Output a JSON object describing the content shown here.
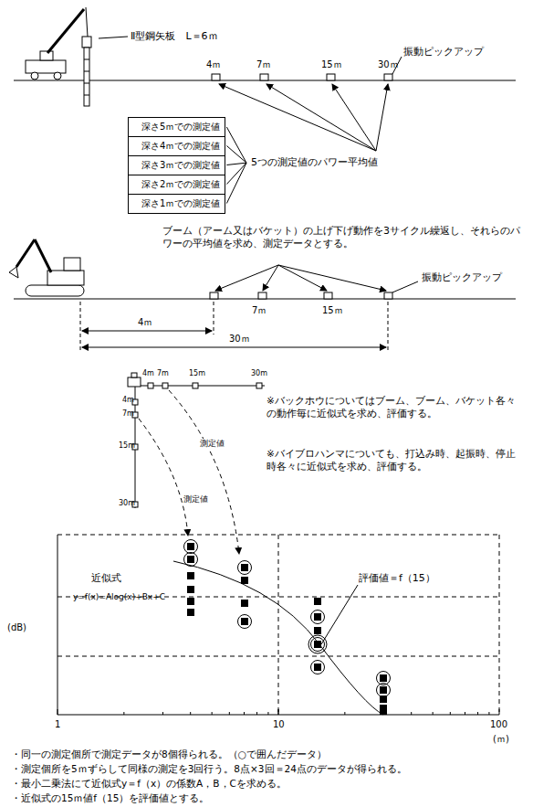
{
  "diagram": {
    "nodes": [
      {
        "text": [
          "深さ5ｍでの測定値",
          "深さ4ｍでの測定値",
          "深さ3ｍでの測定値",
          "深さ2ｍでの測定値",
          "深さ1ｍでの測定値"
        ]
      }
    ],
    "labels": [
      "Ⅱ型鋼矢板　L＝6ｍ",
      "4ｍ",
      "7ｍ",
      "15ｍ",
      "30ｍ",
      "振動ピックアップ",
      "5つの測定値のパワー平均値",
      "ブーム（アーム又はバケット）の上げ下げ動作を3サイクル繰返し、それらのパワーの平均値を求め、測定データとする。",
      "振動ピックアップ",
      "7ｍ",
      "15ｍ",
      "4ｍ",
      "30ｍ",
      "4m",
      "7m",
      "15m",
      "30m",
      "4m",
      "7m",
      "15m",
      "30m",
      "測定値",
      "測定値",
      "※バックホウについてはブーム、ブーム、バケット各々の動作毎に近似式を求め、評価する。",
      "※バイブロハンマについても、打込み時、起振時、停止時各々に近似式を求め、評価する。",
      "近似式",
      "y=f(x)=Alog(x)+Bx+C",
      "評価値＝f（15）",
      "(dB)",
      "1",
      "10",
      "100",
      "(ｍ)",
      "・同一の測定個所で測定データが8個得られる。（○で囲んだデータ）",
      "・測定個所を5ｍずらして同様の測定を3回行う。8点×3回＝24点のデータが得られる。",
      "・最小二乗法にて近似式y＝f（x）の係数A，B，Cを求める。",
      "・近似式の15ｍ値f（15）を評価値とする。"
    ]
  }
}
